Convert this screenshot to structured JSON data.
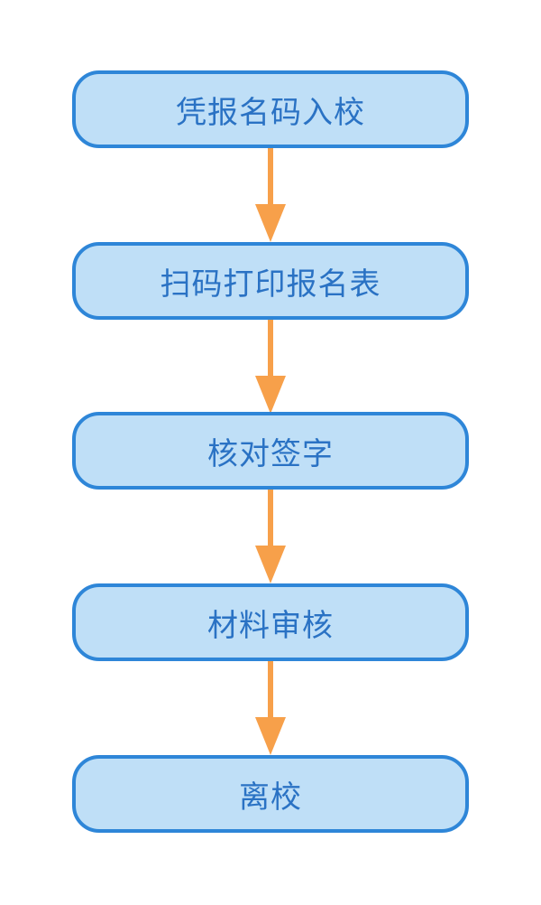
{
  "flowchart": {
    "steps": [
      {
        "label": "凭报名码入校"
      },
      {
        "label": "扫码打印报名表"
      },
      {
        "label": "核对签字"
      },
      {
        "label": "材料审核"
      },
      {
        "label": "离校"
      }
    ]
  },
  "colors": {
    "box_fill": "#bfdff7",
    "box_border": "#2e86d8",
    "text": "#2a72c4",
    "arrow": "#f7a04a"
  }
}
